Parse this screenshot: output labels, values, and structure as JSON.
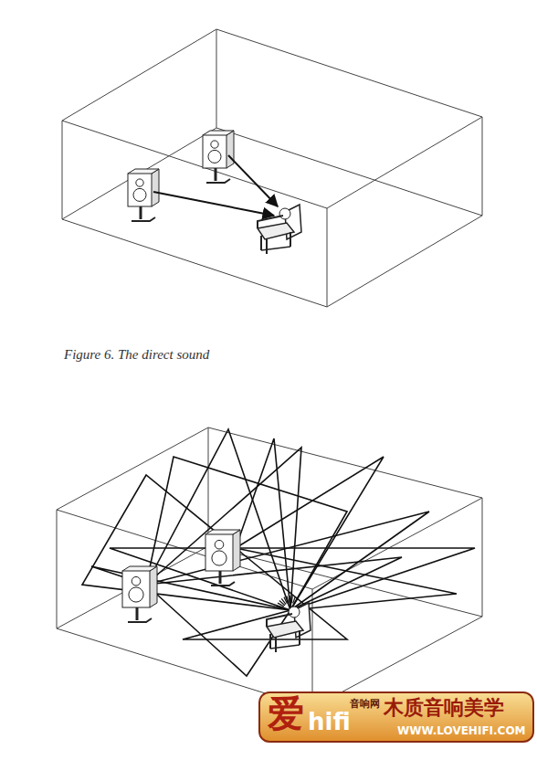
{
  "diagram": {
    "caption": "Figure 6. The direct sound",
    "nodes": [
      {
        "text": [
          "爱",
          "hifi",
          "音响网",
          "木质音响美学",
          "WWW.LOVEHIFI.COM"
        ]
      }
    ]
  }
}
